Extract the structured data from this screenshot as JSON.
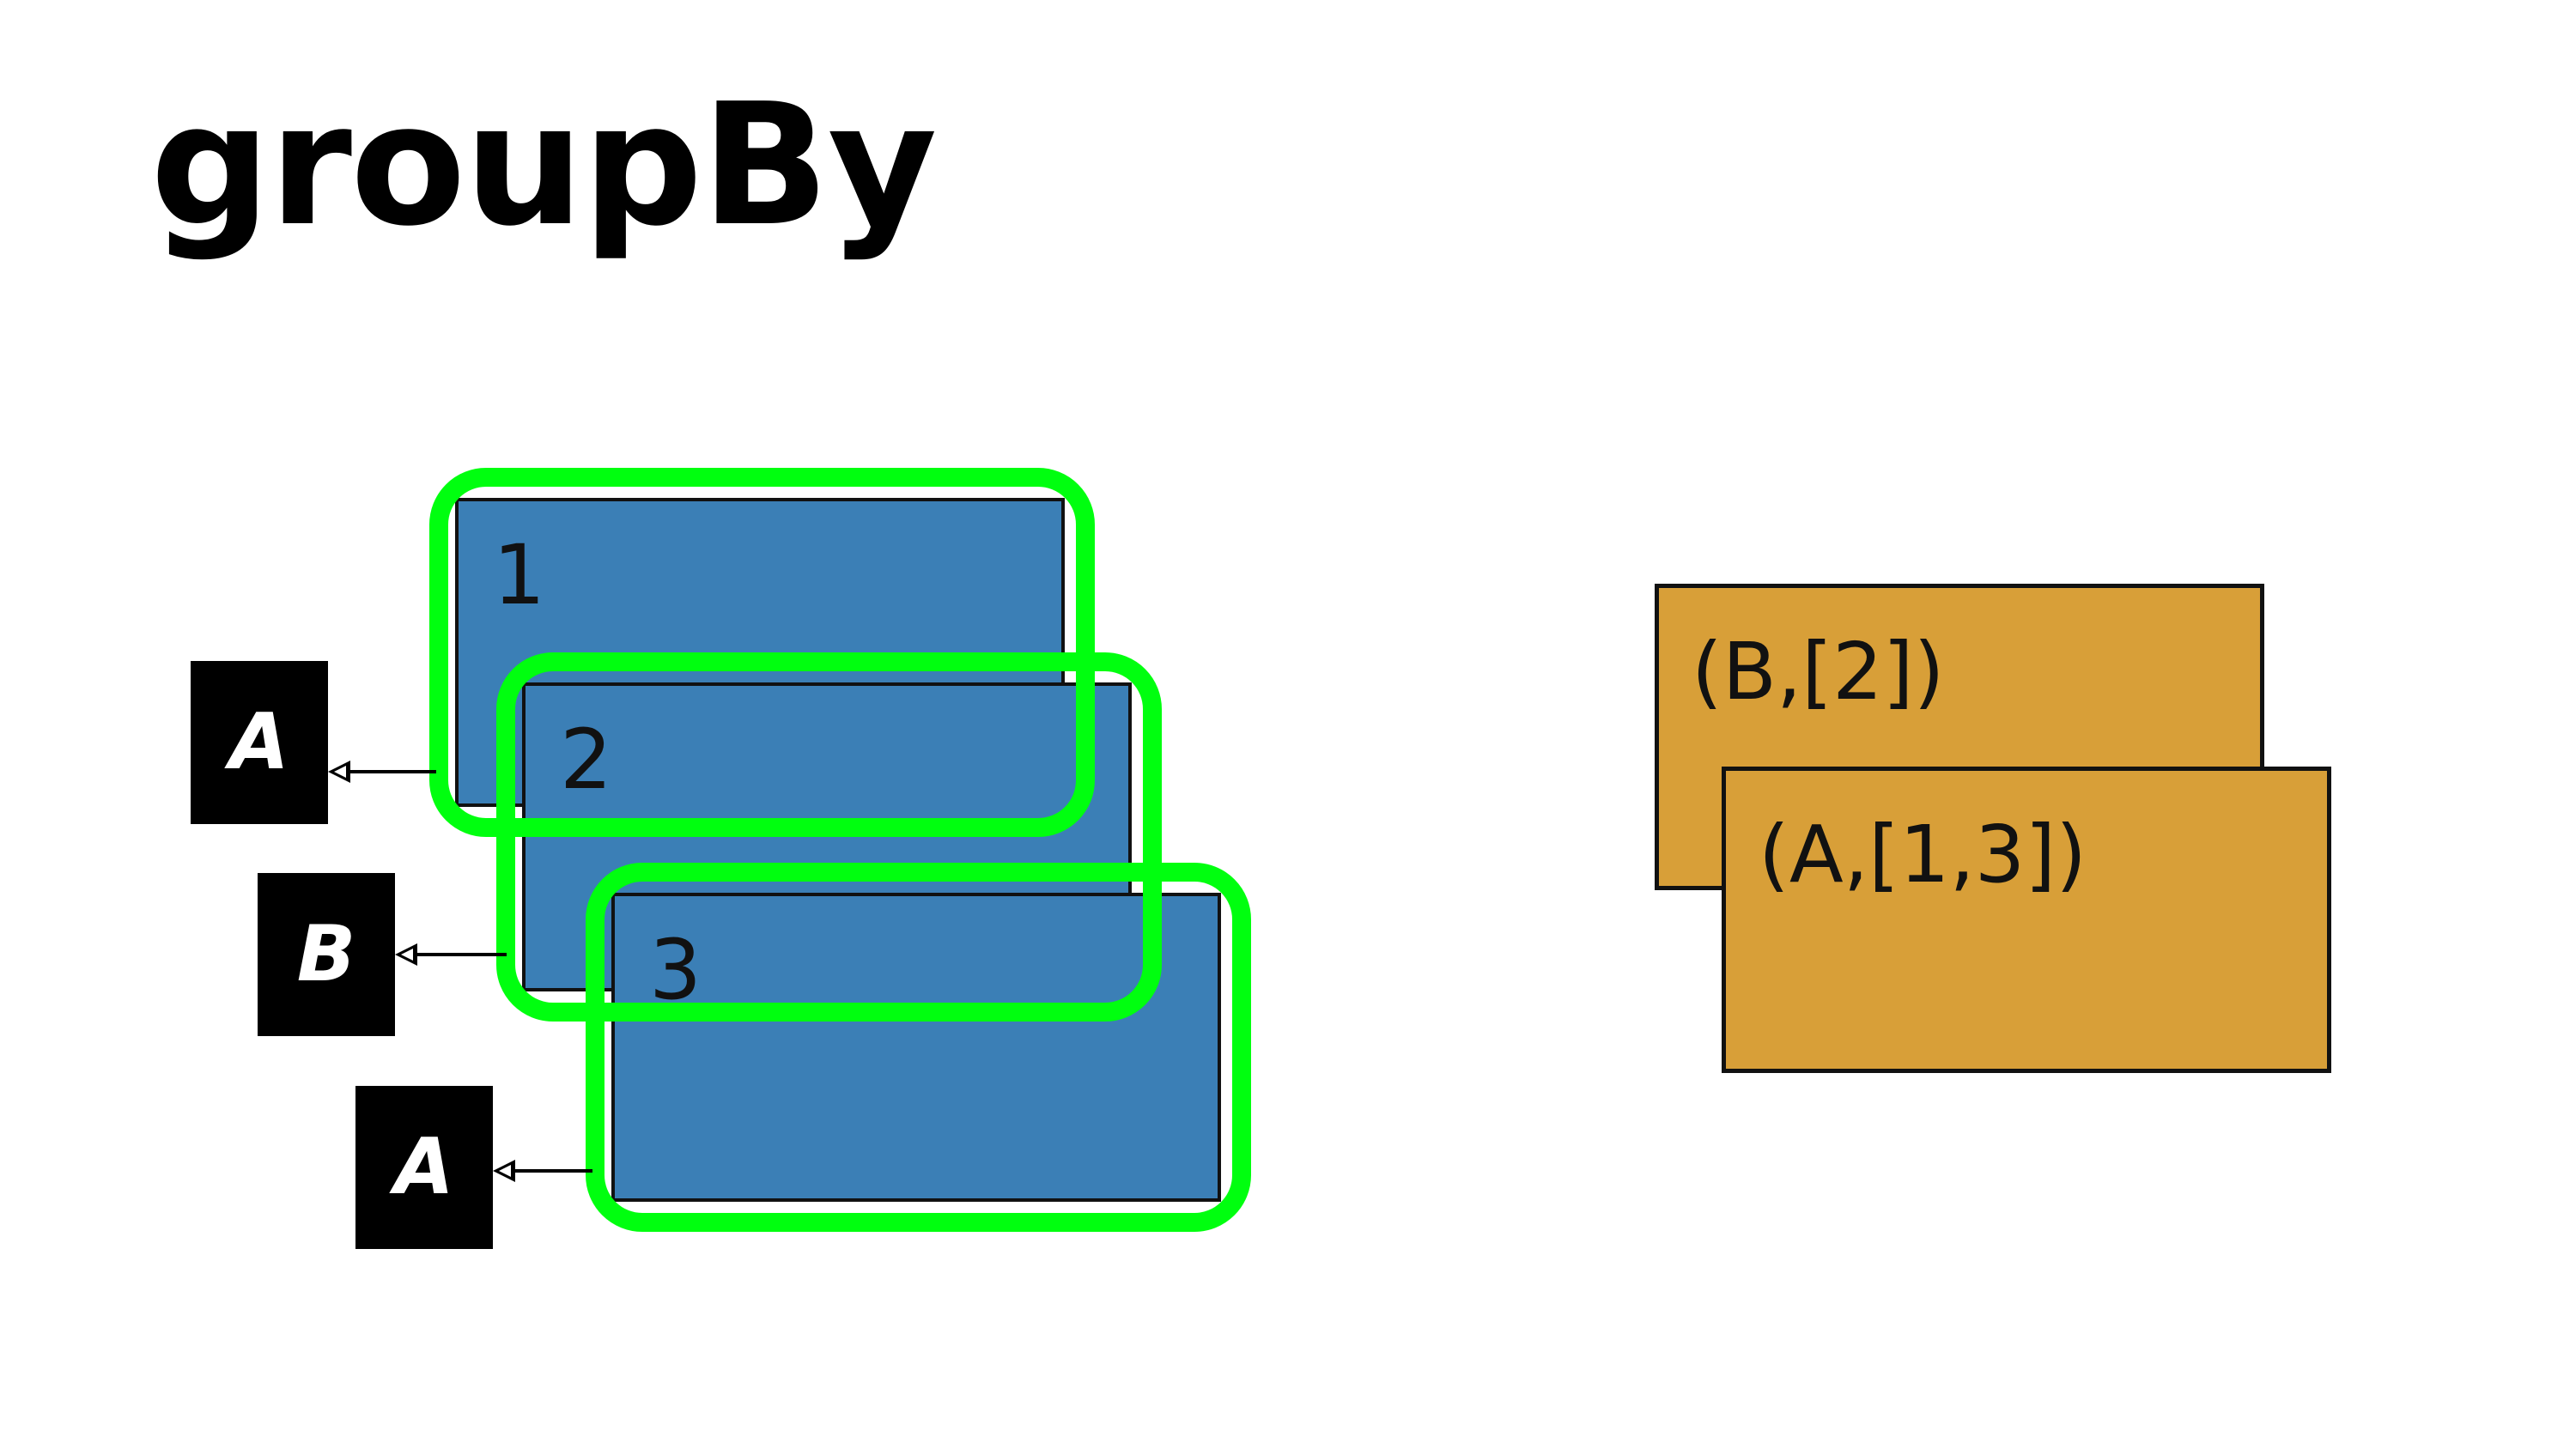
{
  "title": "groupBy",
  "colors": {
    "element_fill": "#3b7fb6",
    "group_ring": "#00ff0f",
    "key_fill": "#000000",
    "result_fill": "#d89f38"
  },
  "elements": [
    {
      "label": "1",
      "key": "A"
    },
    {
      "label": "2",
      "key": "B"
    },
    {
      "label": "3",
      "key": "A"
    }
  ],
  "results": [
    {
      "label": "(B,[2])"
    },
    {
      "label": "(A,[1,3])"
    }
  ]
}
